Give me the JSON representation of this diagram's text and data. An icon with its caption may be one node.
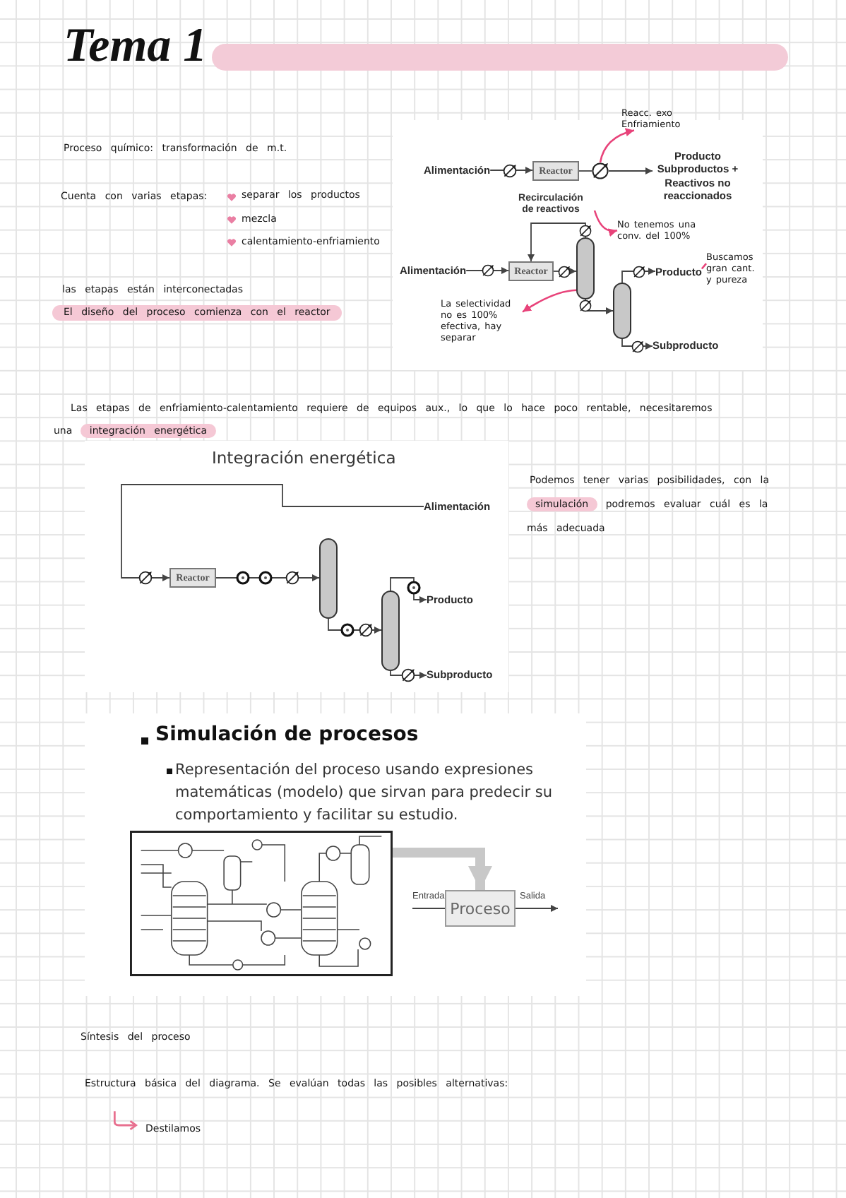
{
  "diagram": {
    "title": "Tema 1",
    "nodes": [
      {
        "text": [
          "Alimentación"
        ]
      },
      {
        "text": [
          "Reactor"
        ]
      },
      {
        "text": [],
        "shape": "circle"
      },
      {
        "text": [
          "Reacc. exo Enfriamiento"
        ]
      },
      {
        "text": [
          "Producto Subproductos + Reactivos no reaccionados"
        ]
      },
      {
        "text": [
          "Alimentación"
        ]
      },
      {
        "text": [
          "Reactor"
        ]
      },
      {
        "text": [],
        "shape": "cylinder"
      },
      {
        "text": [],
        "shape": "cylinder"
      },
      {
        "text": [
          "Producto"
        ]
      },
      {
        "text": [
          "Subproducto"
        ]
      },
      {
        "text": [
          "No tenemos una conv. del 100%"
        ]
      },
      {
        "text": [
          "Buscamos gran cant. y pureza"
        ]
      },
      {
        "text": [
          "La selectividad no es 100% efectiva, hay separar"
        ]
      },
      {
        "text": [
          "Alimentación"
        ]
      },
      {
        "text": [
          "Reactor"
        ]
      },
      {
        "text": [],
        "shape": "cylinder"
      },
      {
        "text": [],
        "shape": "cylinder"
      },
      {
        "text": [
          "Producto"
        ]
      },
      {
        "text": [
          "Subproducto"
        ]
      },
      {
        "text": [],
        "shape": "picture"
      },
      {
        "text": [
          "Proceso"
        ]
      }
    ],
    "edges": [
      {
        "from": 0,
        "to": 1,
        "arrow": "to"
      },
      {
        "from": 1,
        "to": 2,
        "arrow": "none"
      },
      {
        "from": 2,
        "to": 4,
        "arrow": "to"
      },
      {
        "from": 2,
        "to": 3,
        "arrow": "to",
        "color": "#e8437a"
      },
      {
        "from": 5,
        "to": 6,
        "arrow": "to"
      },
      {
        "from": 6,
        "to": 7,
        "arrow": "to"
      },
      {
        "from": 7,
        "to": 6,
        "arrow": "to",
        "label": "Recirculación de reactivos"
      },
      {
        "from": null,
        "to": 11,
        "arrow": "to",
        "color": "#e8437a"
      },
      {
        "from": 7,
        "to": 8,
        "arrow": "to"
      },
      {
        "from": 8,
        "to": 9,
        "arrow": "to"
      },
      {
        "from": 8,
        "to": 10,
        "arrow": "to"
      },
      {
        "from": 9,
        "to": 12,
        "arrow": "none",
        "color": "#e8437a"
      },
      {
        "from": 7,
        "to": 13,
        "arrow": "to",
        "color": "#e8437a"
      },
      {
        "from": 14,
        "to": 15,
        "arrow": "to"
      },
      {
        "from": 15,
        "to": 16,
        "arrow": "to"
      },
      {
        "from": 16,
        "to": 17,
        "arrow": "to"
      },
      {
        "from": 17,
        "to": 18,
        "arrow": "to"
      },
      {
        "from": 17,
        "to": 19,
        "arrow": "to"
      },
      {
        "from": 20,
        "to": 21,
        "arrow": "to",
        "style": "thick",
        "color": "#c8c8c8"
      },
      {
        "from": null,
        "to": 21,
        "arrow": "none",
        "label": "Entrada"
      },
      {
        "from": 21,
        "to": null,
        "arrow": "to",
        "label": "Salida"
      }
    ],
    "labels": [
      "Proceso químico: transformación de m.t.",
      "Cuenta con varias etapas:",
      "separar los productos",
      "mezcla",
      "calentamiento-enfriamiento",
      "las etapas están interconectadas",
      "El diseño del proceso comienza con el reactor",
      "Las etapas de enfriamiento-calentamiento requiere de equipos aux., lo que lo hace poco rentable, necesitaremos una integración energética",
      "Integración energética",
      "Podemos tener varias posibilidades, con la simulación podremos evaluar cuál es la más adecuada",
      "Simulación de procesos",
      "Representación del proceso usando expresiones matemáticas (modelo) que sirvan para predecir su comportamiento y facilitar su estudio.",
      "Síntesis del proceso",
      "Estructura básica del diagrama. Se evalúan todas las posibles alternativas:",
      "Destilamos"
    ]
  }
}
